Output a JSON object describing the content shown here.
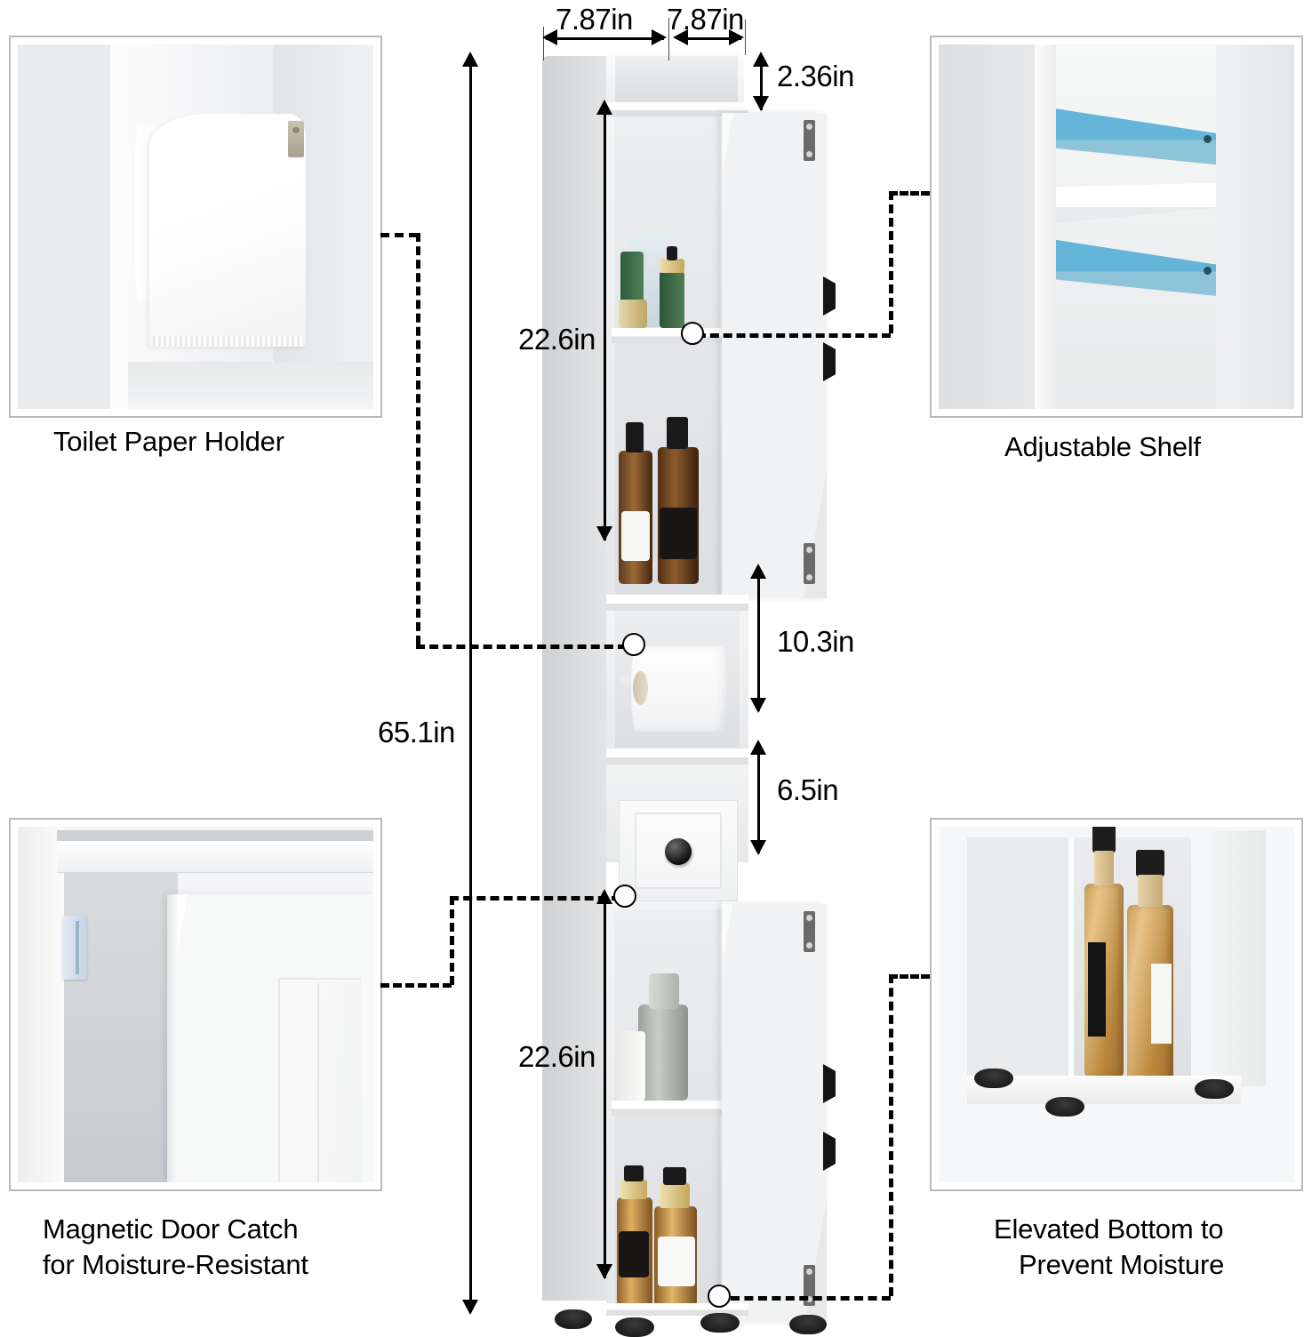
{
  "product": {
    "type": "tall narrow bathroom storage cabinet",
    "finish_color": "#ffffff"
  },
  "dimensions": {
    "width_front": "7.87in",
    "depth_side": "7.87in",
    "top_shelf_height": "2.36in",
    "upper_cabinet_height": "22.6in",
    "total_height": "65.1in",
    "open_niche_height": "10.3in",
    "drawer_height": "6.5in",
    "lower_cabinet_height": "22.6in"
  },
  "features": [
    {
      "id": "toilet-paper-holder",
      "caption": "Toilet Paper Holder",
      "position": "top-left"
    },
    {
      "id": "adjustable-shelf",
      "caption": "Adjustable Shelf",
      "position": "top-right"
    },
    {
      "id": "magnetic-door-catch",
      "caption_line1": "Magnetic Door Catch",
      "caption_line2": "for Moisture-Resistant",
      "position": "bottom-left"
    },
    {
      "id": "elevated-bottom",
      "caption_line1": "Elevated Bottom to",
      "caption_line2": "Prevent Moisture",
      "position": "bottom-right"
    }
  ],
  "colors": {
    "shelf_highlight": "#64b5d8",
    "magnet_catch": "#c4d3e4",
    "knob": "#0c0c0c",
    "feet": "#111111",
    "line": "#000000"
  }
}
